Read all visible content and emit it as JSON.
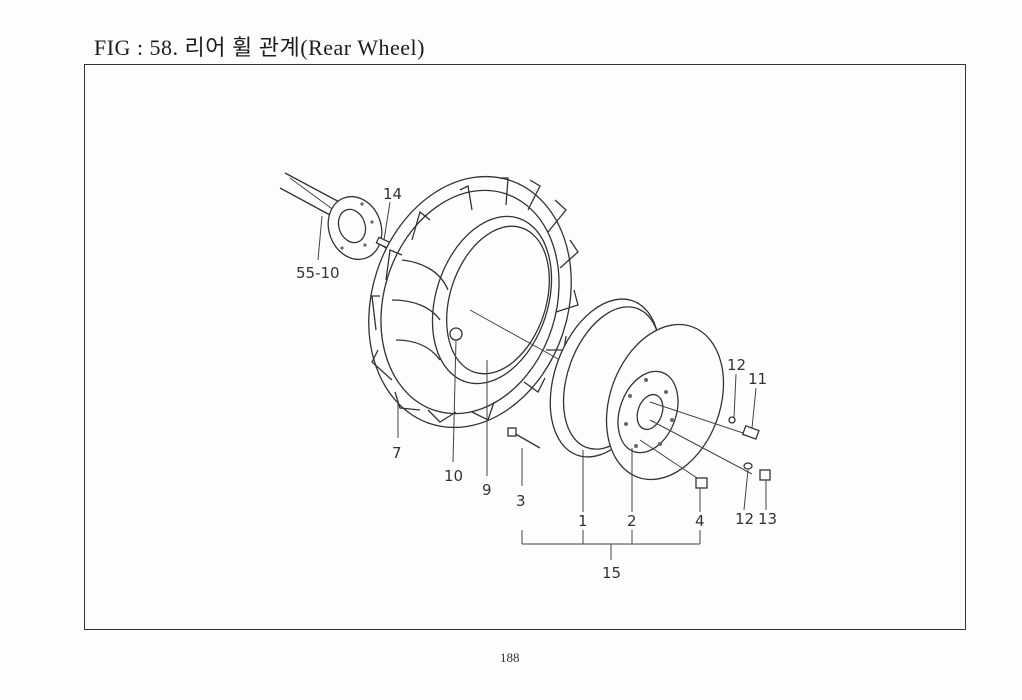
{
  "figure": {
    "title": "FIG : 58. 리어 휠 관계(Rear Wheel)",
    "page_number": "188"
  },
  "labels": {
    "l14": "14",
    "l55_10": "55-10",
    "l7": "7",
    "l10": "10",
    "l9": "9",
    "l3": "3",
    "l1": "1",
    "l2": "2",
    "l4": "4",
    "l12a": "12",
    "l11": "11",
    "l12b": "12",
    "l13": "13",
    "l15": "15"
  }
}
